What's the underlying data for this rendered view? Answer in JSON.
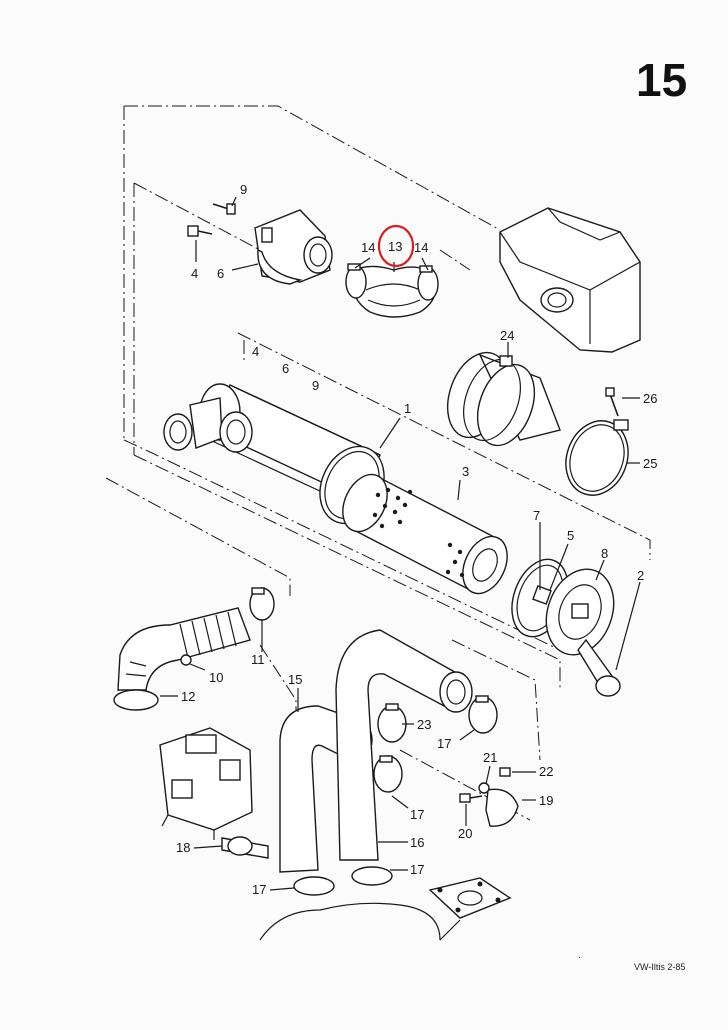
{
  "page_number": "15",
  "footer": "VW-Iltis  2-85",
  "highlight_color": "#d62020",
  "highlighted_part": "13",
  "callouts": [
    {
      "id": "c9a",
      "text": "9"
    },
    {
      "id": "c4a",
      "text": "4"
    },
    {
      "id": "c6a",
      "text": "6"
    },
    {
      "id": "c14a",
      "text": "14"
    },
    {
      "id": "c13",
      "text": "13"
    },
    {
      "id": "c14b",
      "text": "14"
    },
    {
      "id": "c4b",
      "text": "4"
    },
    {
      "id": "c6b",
      "text": "6"
    },
    {
      "id": "c9b",
      "text": "9"
    },
    {
      "id": "c1",
      "text": "1"
    },
    {
      "id": "c24",
      "text": "24"
    },
    {
      "id": "c26",
      "text": "26"
    },
    {
      "id": "c25",
      "text": "25"
    },
    {
      "id": "c3",
      "text": "3"
    },
    {
      "id": "c7",
      "text": "7"
    },
    {
      "id": "c5",
      "text": "5"
    },
    {
      "id": "c8",
      "text": "8"
    },
    {
      "id": "c2",
      "text": "2"
    },
    {
      "id": "c11",
      "text": "11"
    },
    {
      "id": "c10",
      "text": "10"
    },
    {
      "id": "c12",
      "text": "12"
    },
    {
      "id": "c15",
      "text": "15"
    },
    {
      "id": "c23",
      "text": "23"
    },
    {
      "id": "c17a",
      "text": "17"
    },
    {
      "id": "c21",
      "text": "21"
    },
    {
      "id": "c22",
      "text": "22"
    },
    {
      "id": "c19",
      "text": "19"
    },
    {
      "id": "c17b",
      "text": "17"
    },
    {
      "id": "c20",
      "text": "20"
    },
    {
      "id": "c16",
      "text": "16"
    },
    {
      "id": "c18",
      "text": "18"
    },
    {
      "id": "c17c",
      "text": "17"
    },
    {
      "id": "c17d",
      "text": "17"
    }
  ]
}
